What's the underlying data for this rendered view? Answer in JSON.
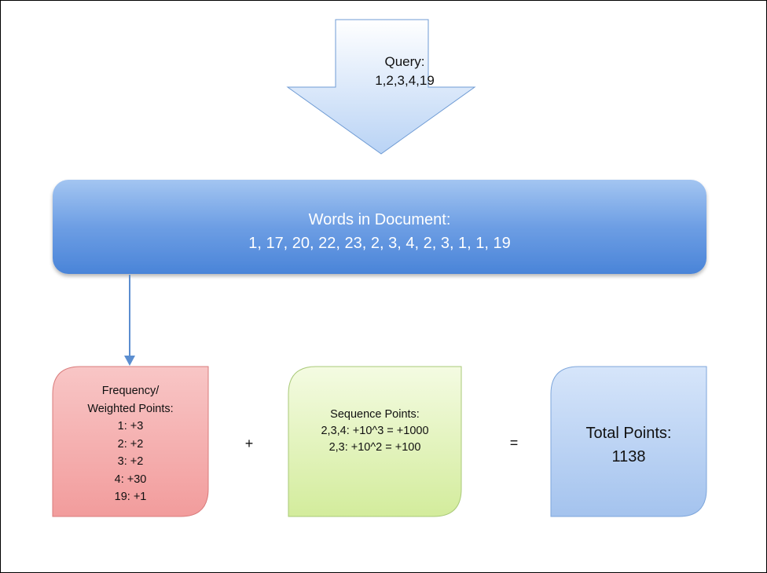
{
  "query": {
    "title": "Query:",
    "value": "1,2,3,4,19"
  },
  "document": {
    "title": "Words in Document:",
    "words": "1, 17, 20, 22, 23, 2, 3, 4, 2, 3, 1, 1, 19"
  },
  "frequency": {
    "title_line1": "Frequency/",
    "title_line2": "Weighted Points:",
    "items": [
      "1: +3",
      "2: +2",
      "3: +2",
      "4: +30",
      "19: +1"
    ]
  },
  "sequence": {
    "title": "Sequence Points:",
    "items": [
      "2,3,4: +10^3 = +1000",
      "2,3: +10^2 = +100"
    ]
  },
  "operators": {
    "plus": "+",
    "equals": "="
  },
  "total": {
    "title": "Total Points:",
    "value": "1138"
  },
  "colors": {
    "query_fill_top": "#ffffff",
    "query_fill_bottom": "#b9d3f5",
    "query_stroke": "#6f9bd4",
    "document_fill_top": "#9cc0ef",
    "document_fill_bottom": "#4d86d9",
    "frequency_fill": "#f6a8a8",
    "frequency_stroke": "#d97b7b",
    "sequence_fill": "#daf0a8",
    "sequence_stroke": "#a9c978",
    "total_fill": "#b3cdf2",
    "total_stroke": "#7ea6db",
    "connector": "#5b8ed0"
  }
}
